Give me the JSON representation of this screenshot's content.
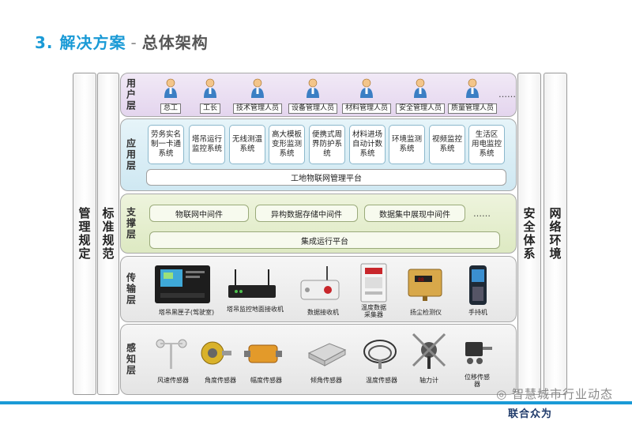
{
  "title": {
    "main": "3. 解决方案",
    "dash": "-",
    "sub": "总体架构"
  },
  "side_left": [
    "管理规定",
    "标准规范"
  ],
  "side_right": [
    "安全体系",
    "网络环境"
  ],
  "layers": {
    "user": {
      "label": "用户层",
      "roles": [
        "总工",
        "工长",
        "技术管理人员",
        "设备管理人员",
        "材料管理人员",
        "安全管理人员",
        "质量管理人员"
      ],
      "more": "……"
    },
    "application": {
      "label": "应用层",
      "systems": [
        "劳务实名\n制一卡通\n系统",
        "塔吊运行\n监控系统",
        "无线测温\n系统",
        "高大模板\n变形监测\n系统",
        "便携式周\n界防护系\n统",
        "材料进场\n自动计数\n系统",
        "环境监测\n系统",
        "视频监控\n系统",
        "生活区\n用电监控\n系统"
      ],
      "platform": "工地物联网管理平台"
    },
    "support": {
      "label": "支撑层",
      "middleware": [
        "物联网中间件",
        "异构数据存储中间件",
        "数据集中展现中间件"
      ],
      "more": "……",
      "platform": "集成运行平台"
    },
    "transmission": {
      "label": "传输层",
      "devices": [
        "塔吊黑匣子(驾驶室)",
        "塔吊监控地面接收机",
        "数据接收机",
        "温度数据\n采集器",
        "扬尘检测仪",
        "手持机"
      ]
    },
    "sensing": {
      "label": "感知层",
      "devices": [
        "风速传感器",
        "角度传感器",
        "幅度传感器",
        "倾角传感器",
        "温度传感器",
        "轴力计",
        "位移传感\n器"
      ]
    }
  },
  "watermark": "智慧城市行业动态",
  "logo": "联合众为",
  "colors": {
    "accent": "#1a9ad6",
    "user_layer": "#e4d5ee",
    "app_layer": "#cfe8f2",
    "support_layer": "#dde9c2",
    "footer": "#1a9ad6"
  }
}
